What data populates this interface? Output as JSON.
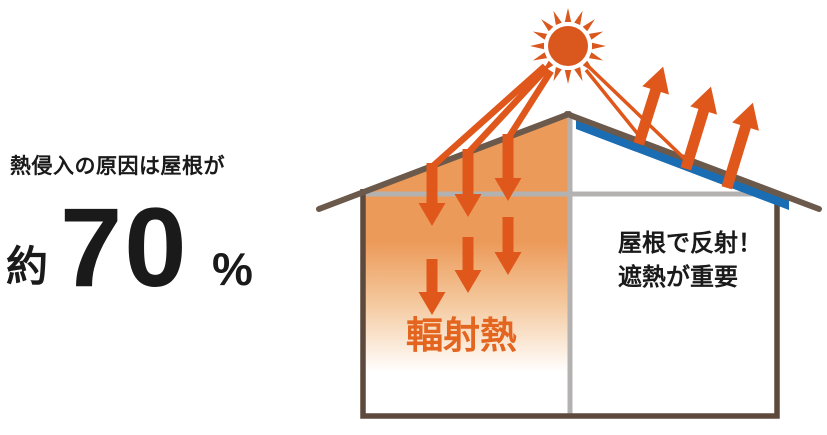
{
  "stat": {
    "headline": "熱侵入の原因は屋根が",
    "prefix": "約",
    "value": "70",
    "unit": "%"
  },
  "diagram": {
    "radiant_heat_label": "輻射熱",
    "reflect_note_line1": "屋根で反射！",
    "reflect_note_line2": "遮熱が重要",
    "colors": {
      "arrow_orange": "#E0571C",
      "sun_orange": "#DA571D",
      "heat_fill": "#EC9A59",
      "shield_blue": "#1A6DB2",
      "roof_brown": "#6B594B",
      "frame_brown": "#5E4A3C",
      "line_gray": "#B4B2B0",
      "label_orange": "#E4651F",
      "ink": "#1A1A1A"
    }
  }
}
